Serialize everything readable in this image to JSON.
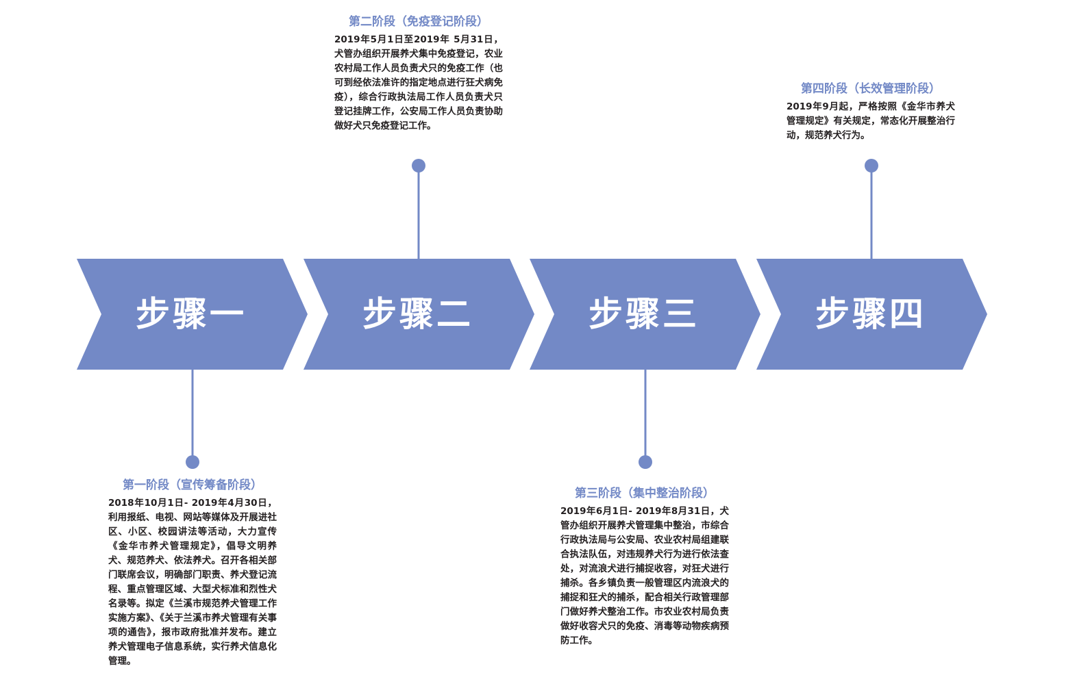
{
  "colors": {
    "arrow_fill": "#7389c6",
    "arrow_text": "#ffffff",
    "stage_title": "#7389c6",
    "stage_body": "#231f20",
    "connector": "#7389c6"
  },
  "steps": [
    {
      "label": "步骤一"
    },
    {
      "label": "步骤二"
    },
    {
      "label": "步骤三"
    },
    {
      "label": "步骤四"
    }
  ],
  "stages": [
    {
      "title": "第一阶段（宣传筹备阶段）",
      "body": "2018年10月1日- 2019年4月30日，利用报纸、电视、网站等媒体及开展进社区、小区、校园讲法等活动，大力宣传《金华市养犬管理规定》，倡导文明养犬、规范养犬、依法养犬。召开各相关部门联席会议，明确部门职责、养犬登记流程、重点管理区域、大型犬标准和烈性犬名录等。拟定《兰溪市规范养犬管理工作实施方案》、《关于兰溪市养犬管理有关事项的通告》，报市政府批准并发布。建立养犬管理电子信息系统，实行养犬信息化管理。"
    },
    {
      "title": "第二阶段（免疫登记阶段）",
      "body": "2019年5月1日至2019年 5月31日，犬管办组织开展养犬集中免疫登记，农业农村局工作人员负责犬只的免疫工作（也可到经依法准许的指定地点进行狂犬病免疫），综合行政执法局工作人员负责犬只登记挂牌工作，公安局工作人员负责协助做好犬只免疫登记工作。"
    },
    {
      "title": "第三阶段（集中整治阶段）",
      "body": "2019年6月1日- 2019年8月31日，犬管办组织开展养犬管理集中整治，市综合行政执法局与公安局、农业农村局组建联合执法队伍，对违规养犬行为进行依法查处，对流浪犬进行捕捉收容，对狂犬进行捕杀。各乡镇负责一般管理区内流浪犬的捕捉和狂犬的捕杀，配合相关行政管理部门做好养犬整治工作。市农业农村局负责做好收容犬只的免疫、消毒等动物疾病预防工作。"
    },
    {
      "title": "第四阶段（长效管理阶段）",
      "body": "2019年9月起，严格按照《金华市养犬管理规定》有关规定，常态化开展整治行动，规范养犬行为。"
    }
  ]
}
